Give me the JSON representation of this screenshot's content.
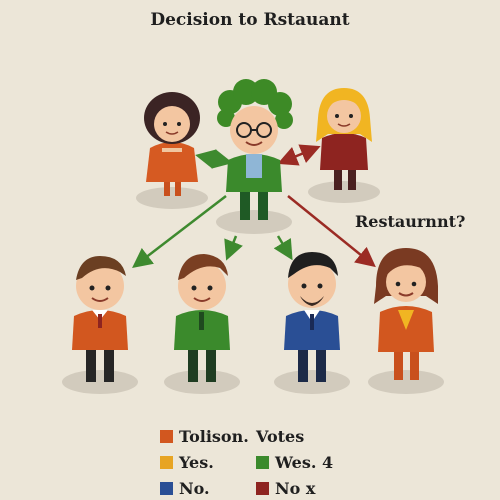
{
  "title": "Decision to Rstauant",
  "question": "Restaurnnt?",
  "colors": {
    "background": "#ece6d8",
    "green_arrow": "#3e8a2f",
    "red_arrow": "#9b2b24",
    "orange": "#d2571f",
    "yellow": "#e7a423",
    "green": "#3b8a2c",
    "blue": "#2a4f95",
    "dark_red": "#8e2420"
  },
  "people": [
    {
      "name": "woman-orange-dress",
      "role": "friend"
    },
    {
      "name": "man-green-hair-glasses",
      "role": "decider"
    },
    {
      "name": "woman-blonde-red",
      "role": "friend"
    },
    {
      "name": "man-orange-shirt",
      "role": "voter"
    },
    {
      "name": "man-green-shirt",
      "role": "voter"
    },
    {
      "name": "man-blue-suit-beard",
      "role": "voter"
    },
    {
      "name": "woman-orange-suit",
      "role": "voter"
    }
  ],
  "legend": {
    "items": [
      {
        "label": "Tolison.",
        "color": "#d2571f"
      },
      {
        "label": "Votes",
        "color": ""
      },
      {
        "label": "Yes.",
        "color": "#e7a423"
      },
      {
        "label": "Wes. 4",
        "color": "#3b8a2c"
      },
      {
        "label": "No.",
        "color": "#2a4f95"
      },
      {
        "label": "No x",
        "color": "#8e2420"
      }
    ]
  }
}
